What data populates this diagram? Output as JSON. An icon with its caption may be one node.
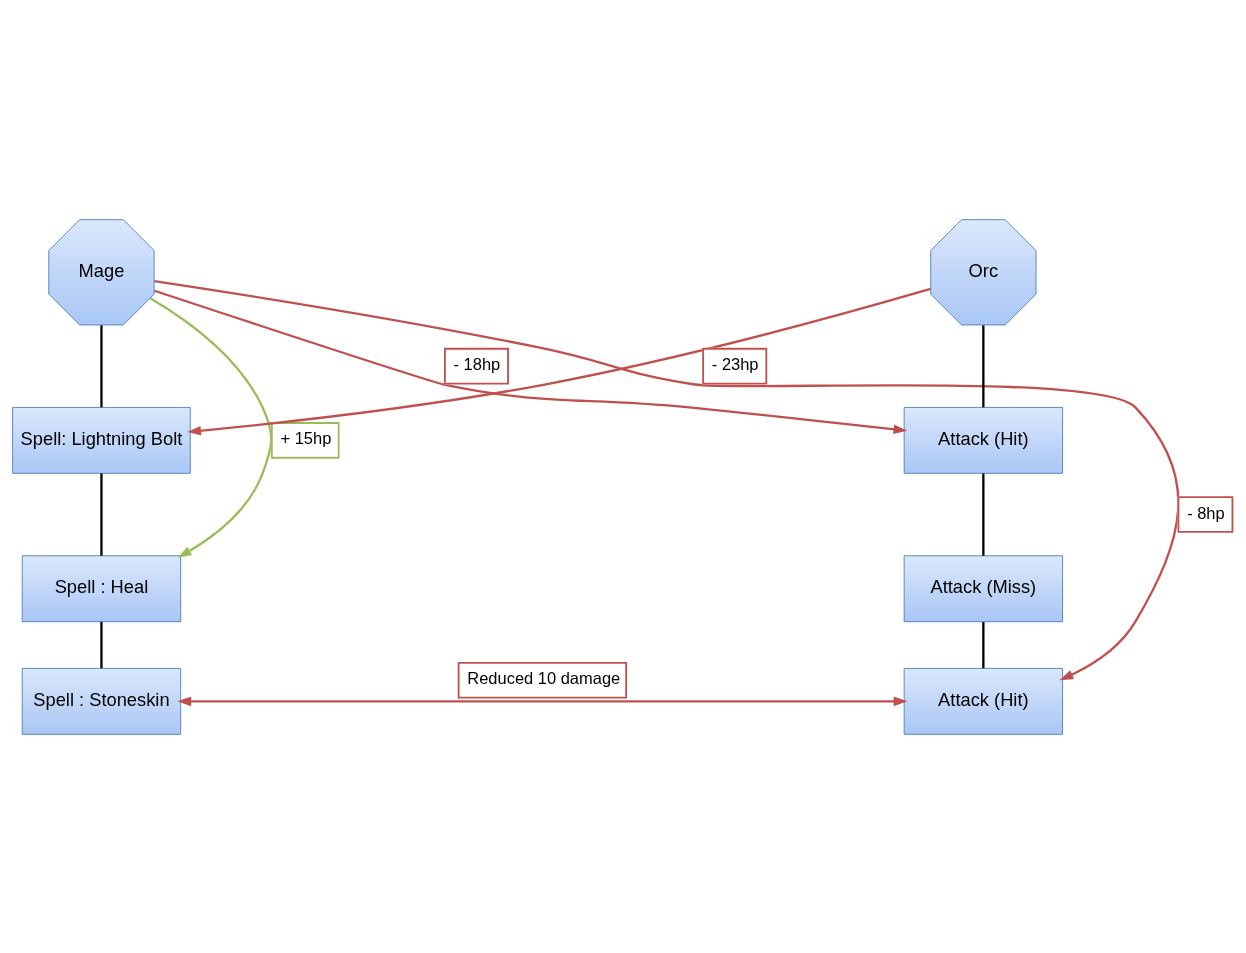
{
  "diagram": {
    "nodes": [
      {
        "text": [
          "Mage"
        ]
      },
      {
        "text": [
          "Spell: Lightning Bolt"
        ]
      },
      {
        "text": [
          "Spell : Heal"
        ]
      },
      {
        "text": [
          "Spell : Stoneskin"
        ]
      },
      {
        "text": [
          "Orc"
        ]
      },
      {
        "text": [
          "Attack (Hit)"
        ]
      },
      {
        "text": [
          "Attack (Miss)"
        ]
      },
      {
        "text": [
          "Attack (Hit)"
        ]
      }
    ],
    "edges": [
      {
        "from": 0,
        "to": 1,
        "arrow": "none"
      },
      {
        "from": 1,
        "to": 2,
        "arrow": "none"
      },
      {
        "from": 2,
        "to": 3,
        "arrow": "none"
      },
      {
        "from": 4,
        "to": 5,
        "arrow": "none"
      },
      {
        "from": 5,
        "to": 6,
        "arrow": "none"
      },
      {
        "from": 6,
        "to": 7,
        "arrow": "none"
      },
      {
        "from": 0,
        "to": 2,
        "arrow": "to",
        "label": "+ 15hp",
        "color": "#9bbb59"
      },
      {
        "from": 0,
        "to": 5,
        "arrow": "to",
        "label": "- 18hp",
        "color": "#c0504d"
      },
      {
        "from": 4,
        "to": 1,
        "arrow": "to",
        "label": "- 23hp",
        "color": "#c0504d"
      },
      {
        "from": 0,
        "to": 7,
        "arrow": "to",
        "label": "- 8hp",
        "color": "#c0504d"
      },
      {
        "from": 3,
        "to": 7,
        "arrow": "both",
        "label": "Reduced 10 damage",
        "color": "#c0504d"
      }
    ]
  }
}
